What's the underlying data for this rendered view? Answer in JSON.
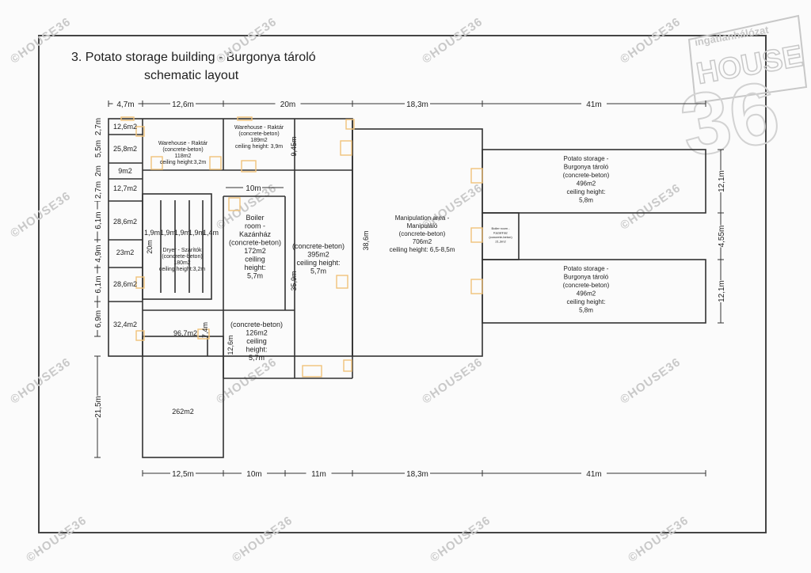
{
  "title_line1": "3. Potato storage building - Burgonya tároló",
  "title_line2": "schematic layout",
  "watermark": "©HOUSE36",
  "logo": {
    "top": "ingatlanhálózat",
    "main": "HOUSE",
    "number": "36"
  },
  "colors": {
    "walls": "#333333",
    "dims": "#333333",
    "doors": "#f0c27a",
    "watermark": "#cccccc"
  },
  "top_dims": [
    "4,7m",
    "12,6m",
    "20m",
    "18,3m",
    "41m"
  ],
  "bottom_dims": [
    "12,5m",
    "10m",
    "11m",
    "18,3m",
    "41m"
  ],
  "left_dims": [
    "2,7m",
    "5,5m",
    "2m",
    "2,7m",
    "6,1m",
    "4,9m",
    "6,1m",
    "6,9m",
    "21,5m"
  ],
  "right_dims": [
    "12,1m",
    "4,55m",
    "12,1m"
  ],
  "inner_dims": {
    "warehouse2_h": "9,45m",
    "boiler_w": "10m",
    "boiler_h": "35,9m",
    "dryer_h": "20m",
    "dryer_cols": [
      "1,9m",
      "1,9m",
      "1,9m",
      "1,9m",
      "1,4m"
    ],
    "small_h": "7,4m",
    "room126_h": "12,6m",
    "manip_h": "38,6m"
  },
  "small_rooms": [
    "12,6m2",
    "25,8m2",
    "9m2",
    "12,7m2",
    "28,6m2",
    "23m2",
    "28,6m2",
    "32,4m2"
  ],
  "rooms": {
    "warehouse1": [
      "Warehouse - Raktár",
      "(concrete-beton)",
      "118m2",
      "ceiling height:3,2m"
    ],
    "warehouse2": [
      "Warehouse - Raktár",
      "(concrete-beton)",
      "189m2",
      "ceiling height: 3,9m"
    ],
    "boiler": [
      "Boiler",
      "room -",
      "Kazánház",
      "(concrete-beton)",
      "172m2",
      "ceiling",
      "height:",
      "5,7m"
    ],
    "dryer": [
      "Dryer - Szárítók",
      "(concrete-beton)",
      "180m2",
      "ceiling height:3,2m"
    ],
    "hall395": [
      "(concrete-beton)",
      "395m2",
      "ceiling height:",
      "5,7m"
    ],
    "room96": [
      "96,7m2"
    ],
    "room126": [
      "(concrete-beton)",
      "126m2",
      "ceiling",
      "height:",
      "5,7m"
    ],
    "room262": [
      "262m2"
    ],
    "manip": [
      "Manipulation area -",
      "Manipuláló",
      "(concrete-beton)",
      "706m2",
      "ceiling height: 6,5-8,5m"
    ],
    "smallboiler": [
      "Boiler room -",
      "Kazánház",
      "(concrete-beton)",
      "21,3m2"
    ],
    "storage1": [
      "Potato storage -",
      "Burgonya tároló",
      "(concrete-beton)",
      "496m2",
      "ceiling height:",
      "5,8m"
    ],
    "storage2": [
      "Potato storage -",
      "Burgonya tároló",
      "(concrete-beton)",
      "496m2",
      "ceiling height:",
      "5,8m"
    ]
  }
}
